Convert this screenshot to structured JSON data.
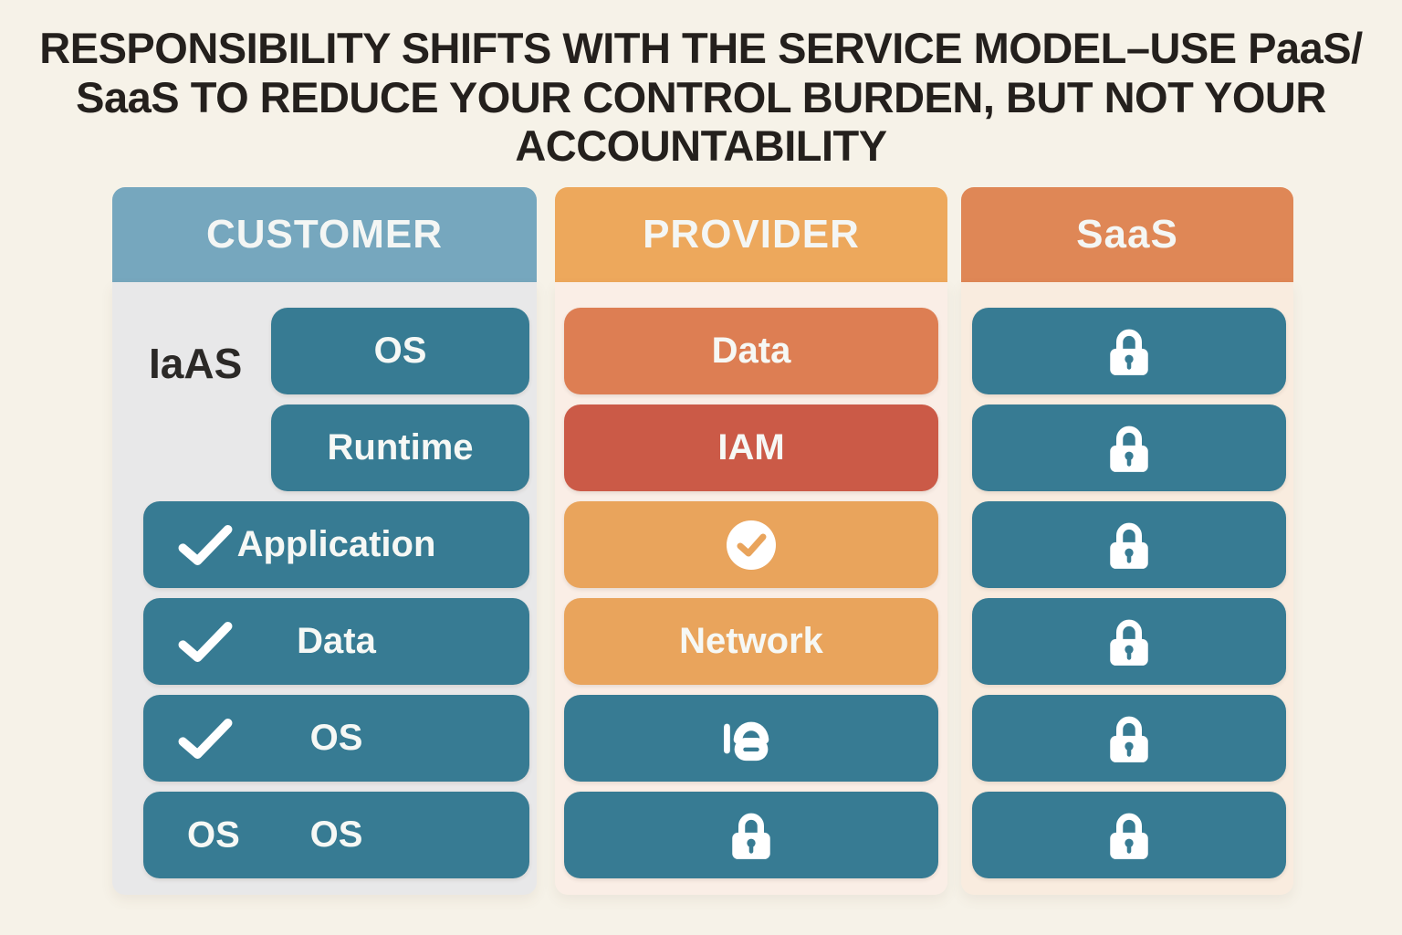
{
  "page": {
    "title": "RESPONSIBILITY SHIFTS WITH THE SERVICE MODEL–USE PaaS/\nSaaS TO REDUCE YOUR CONTROL BURDEN, BUT NOT YOUR\nACCOUNTABILITY",
    "background": "#f6f2e8",
    "title_color": "#24201d"
  },
  "colors": {
    "teal": "#377b93",
    "salmon": "#dd7e53",
    "red": "#cb5a47",
    "orange": "#e9a45c"
  },
  "columns": [
    {
      "name": "customer",
      "header": {
        "label": "CUSTOMER",
        "color": "#76a7be"
      },
      "body_color": "#e8e8e9",
      "side_label": "IaAS",
      "rows": [
        {
          "label": "OS",
          "style": "teal",
          "narrow": true
        },
        {
          "label": "Runtime",
          "style": "teal",
          "narrow": true
        },
        {
          "label": "Application",
          "style": "teal",
          "icon": "check-icon"
        },
        {
          "label": "Data",
          "style": "teal",
          "icon": "check-icon"
        },
        {
          "label": "OS",
          "style": "teal",
          "icon": "check-icon"
        },
        {
          "label": "OS",
          "style": "teal",
          "left_label": "OS"
        }
      ]
    },
    {
      "name": "provider",
      "header": {
        "label": "PROVIDER",
        "color": "#eda85c"
      },
      "body_color": "#faeee6",
      "rows": [
        {
          "label": "Data",
          "style": "salmon"
        },
        {
          "label": "IAM",
          "style": "red"
        },
        {
          "icon": "check-circle-icon",
          "style": "orange"
        },
        {
          "label": "Network",
          "style": "orange"
        },
        {
          "icon": "cloud-lock-icon",
          "style": "teal"
        },
        {
          "icon": "lock-icon",
          "style": "teal"
        }
      ]
    },
    {
      "name": "saas",
      "header": {
        "label": "SaaS",
        "color": "#df8756"
      },
      "body_color": "#f9ecdf",
      "rows": [
        {
          "icon": "lock-icon",
          "style": "teal"
        },
        {
          "icon": "lock-icon",
          "style": "teal"
        },
        {
          "icon": "lock-icon",
          "style": "teal"
        },
        {
          "icon": "lock-icon",
          "style": "teal"
        },
        {
          "icon": "lock-icon",
          "style": "teal"
        },
        {
          "icon": "lock-icon",
          "style": "teal"
        }
      ]
    }
  ]
}
